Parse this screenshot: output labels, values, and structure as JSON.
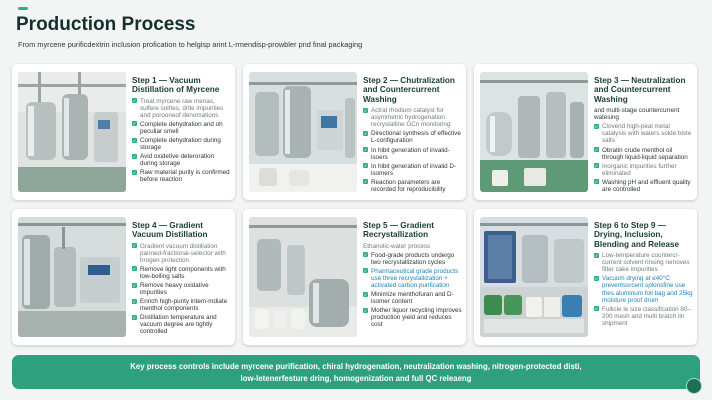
{
  "header": {
    "title": "Production Process",
    "subtitle": "From myrcene purificdextrin inclusion profication to helgisp arint L-rmendisp-prowbler pnd final packaging"
  },
  "steps": [
    {
      "title": "Step 1 — Vacuum Distillation of Myrcene",
      "lines": [
        {
          "text": "Treat myrcene raw menas, sulfere solttes, drtle impurities and porooneof denomations",
          "bullet": true,
          "style": "faded"
        },
        {
          "text": "Complete dehydration and oh peculiar smell",
          "bullet": true,
          "style": "normal"
        },
        {
          "text": "Complete dehydration during storage",
          "bullet": true,
          "style": "normal"
        },
        {
          "text": "Avid oxidetive deteroration during storage",
          "bullet": true,
          "style": "normal"
        },
        {
          "text": "Raw material purity is confirmed before reaction",
          "bullet": true,
          "style": "normal"
        }
      ]
    },
    {
      "title": "Step 2 — Chutralization and Countercurrent Washing",
      "lines": [
        {
          "text": "Actral rhodium catalyst for asymmetric hydrogenation recrystalline GCn monitoring",
          "bullet": true,
          "style": "faded"
        },
        {
          "text": "Directional synthesis of effective L-configuration",
          "bullet": true,
          "style": "normal"
        },
        {
          "text": "In hibit generation of invalid-isoers",
          "bullet": true,
          "style": "normal"
        },
        {
          "text": "In hibit generation of invalid D-isomers",
          "bullet": true,
          "style": "normal"
        },
        {
          "text": "Reaction parameters are recorded for reproducibility",
          "bullet": true,
          "style": "normal"
        }
      ]
    },
    {
      "title": "Step 3 — Neutralization and Countercurrent Washing",
      "lines": [
        {
          "text": "and multi-stage countercurrent watesing",
          "bullet": false,
          "style": "normal"
        },
        {
          "text": "Clovend high-peal metal catalysis with waters solde biste salts",
          "bullet": true,
          "style": "faded"
        },
        {
          "text": "Obratin crude menthol oil through liquid-liquid separation",
          "bullet": true,
          "style": "normal"
        },
        {
          "text": "Inorganic impurities further eliminated",
          "bullet": true,
          "style": "faded"
        },
        {
          "text": "Washing pH and effluent quality are controlled",
          "bullet": true,
          "style": "normal"
        }
      ]
    },
    {
      "title": "Step 4 — Gradient Vacuum Distillation",
      "lines": [
        {
          "text": "Gradient vacuum distillation panned-fractional-selector with hrogen protection",
          "bullet": true,
          "style": "faded"
        },
        {
          "text": "Remove light components with low-boiling salts",
          "bullet": true,
          "style": "normal"
        },
        {
          "text": "Remove heavy oxidative impurities",
          "bullet": true,
          "style": "normal"
        },
        {
          "text": "Enrich high-punty intem-mdiate menthol components",
          "bullet": true,
          "style": "normal"
        },
        {
          "text": "Distillation temperature and vacuum degree are tightly controlled",
          "bullet": true,
          "style": "normal"
        }
      ]
    },
    {
      "title": "Step 5 — Gradient Recrystallization",
      "lines": [
        {
          "text": "Ethanolic-water process",
          "bullet": false,
          "style": "faded"
        },
        {
          "text": "Food-grade products undergo two recrystallization cycles",
          "bullet": true,
          "style": "normal"
        },
        {
          "text": "Pharmaceutical grade products use three recrystallization + activated carbon purification",
          "bullet": true,
          "style": "highlight"
        },
        {
          "text": "Minimize menthofuran and D-isomer content",
          "bullet": true,
          "style": "normal"
        },
        {
          "text": "Mother liquor recycling improves production yield and reduces cost",
          "bullet": true,
          "style": "normal"
        }
      ]
    },
    {
      "title": "Step 6 to Step 9 — Drying, Inclusion, Blending and Release",
      "lines": [
        {
          "text": "Low-temperature countercr- current solvent rinsing removes filter cake impurities",
          "bullet": true,
          "style": "faded"
        },
        {
          "text": "Vacuum drying at ≤40°C preventssrcent splonsfine use thes aluminum foil bag and 25kg moisture proof drum",
          "bullet": true,
          "style": "highlight"
        },
        {
          "text": "Fullicle le size classification 80–200 mesh and multi bratch iln shipment",
          "bullet": true,
          "style": "faded"
        }
      ]
    }
  ],
  "banner": {
    "line1": "Key process controls include myrcene purification, chiral hydrogenation, neutralization washing, nitrogen-protected disti,",
    "line2": "low-letenerfesture dring, homogenization and full QC releaeng"
  },
  "colors": {
    "accent": "#2fae7e",
    "banner": "#2fa07d",
    "highlight": "#1f7fb8"
  }
}
